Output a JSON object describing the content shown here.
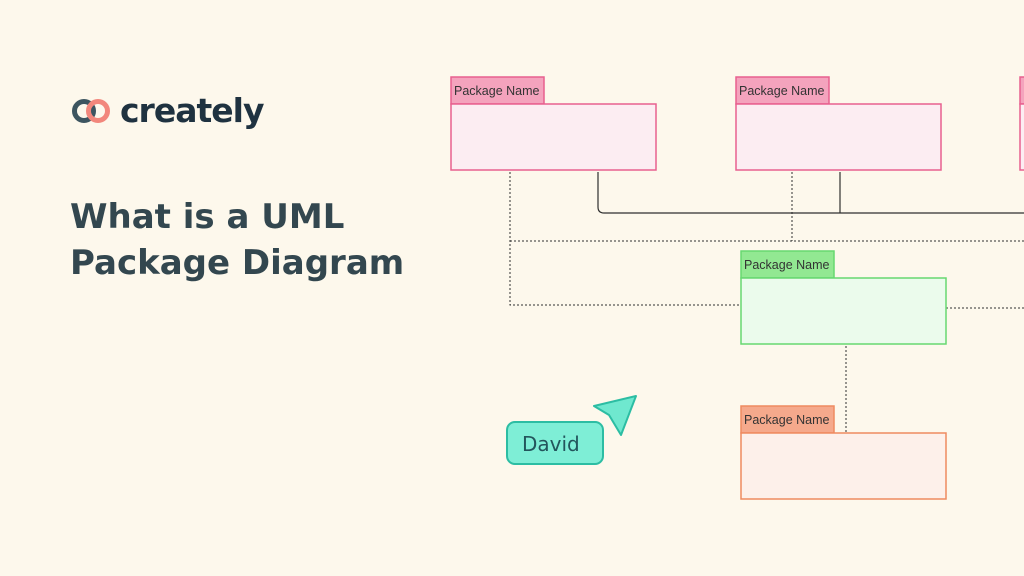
{
  "brand": {
    "name": "creately"
  },
  "headline": {
    "line1": "What is a UML",
    "line2": "Package Diagram"
  },
  "diagram": {
    "packages": [
      {
        "id": "pkg-top-left",
        "label": "Package Name",
        "color": "#e8608f",
        "tab_fill": "#f4a3bd",
        "body_fill": "#fcedf2"
      },
      {
        "id": "pkg-top-middle",
        "label": "Package Name",
        "color": "#e8608f",
        "tab_fill": "#f4a3bd",
        "body_fill": "#fcedf2"
      },
      {
        "id": "pkg-center",
        "label": "Package Name",
        "color": "#67d870",
        "tab_fill": "#92e892",
        "body_fill": "#ebfbec"
      },
      {
        "id": "pkg-bottom",
        "label": "Package Name",
        "color": "#ef8a60",
        "tab_fill": "#f5a98c",
        "body_fill": "#fdf0ea"
      }
    ]
  },
  "cursor": {
    "user": "David",
    "color": "#4fe2c3"
  },
  "colors": {
    "background": "#fdf8ec",
    "text_dark": "#33474f",
    "logo_dark": "#1f3240",
    "logo_accent": "#f2877c"
  },
  "icons": {
    "logo": "creately-logo-icon",
    "pointer": "cursor-arrow-icon"
  }
}
